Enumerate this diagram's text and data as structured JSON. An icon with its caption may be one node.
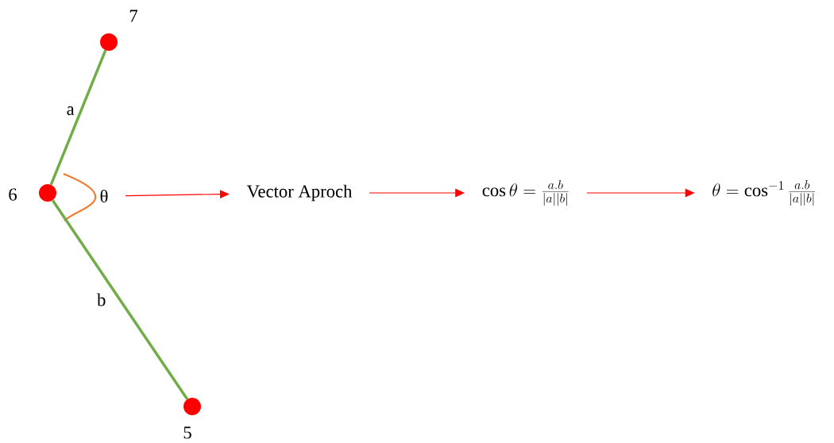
{
  "diagram": {
    "nodes": [
      {
        "text": [],
        "shape": "circle",
        "beside": [
          "7"
        ]
      },
      {
        "text": [],
        "shape": "circle",
        "beside": [
          "6"
        ]
      },
      {
        "text": [],
        "shape": "circle",
        "beside": [
          "5"
        ]
      },
      {
        "text": [
          "θ"
        ]
      },
      {
        "text": [
          "Vector Aproch"
        ]
      },
      {
        "text": [
          "\\cos\\theta=\\frac{a.b}{|a||b|}"
        ]
      },
      {
        "text": [
          "\\theta=\\cos^{-1}\\frac{a.b}{|a||b|}"
        ]
      }
    ],
    "edges": [
      {
        "from": 0,
        "to": 1,
        "arrow": "none",
        "label": "a",
        "style": "thick",
        "color": "#70ad47"
      },
      {
        "from": 1,
        "to": 2,
        "arrow": "none",
        "label": "b",
        "style": "thick",
        "color": "#70ad47"
      },
      {
        "from": 3,
        "to": 4,
        "arrow": "to"
      },
      {
        "from": 4,
        "to": 5,
        "arrow": "to"
      },
      {
        "from": 5,
        "to": 6,
        "arrow": "to"
      }
    ]
  }
}
